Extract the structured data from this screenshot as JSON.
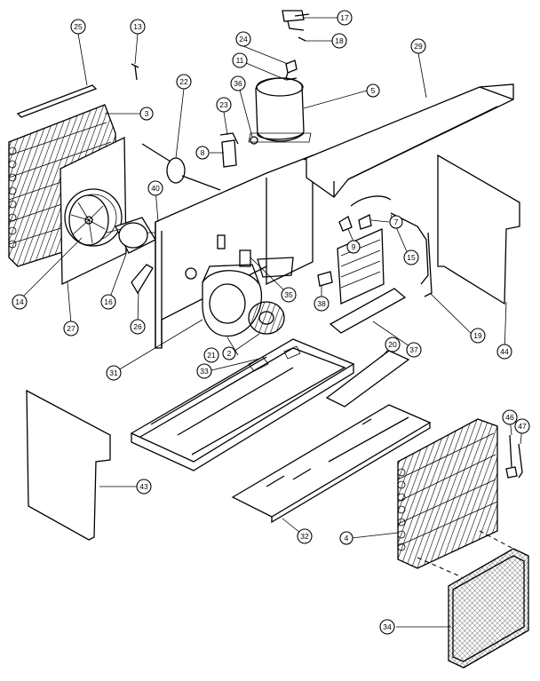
{
  "callouts": [
    {
      "id": "c25",
      "label": "25"
    },
    {
      "id": "c13",
      "label": "13"
    },
    {
      "id": "c3",
      "label": "3"
    },
    {
      "id": "c22",
      "label": "22"
    },
    {
      "id": "c23",
      "label": "23"
    },
    {
      "id": "c8",
      "label": "8"
    },
    {
      "id": "c24",
      "label": "24"
    },
    {
      "id": "c11",
      "label": "11"
    },
    {
      "id": "c36",
      "label": "36"
    },
    {
      "id": "c5",
      "label": "5"
    },
    {
      "id": "c17",
      "label": "17"
    },
    {
      "id": "c18",
      "label": "18"
    },
    {
      "id": "c29",
      "label": "29"
    },
    {
      "id": "c40",
      "label": "40"
    },
    {
      "id": "c14",
      "label": "14"
    },
    {
      "id": "c27",
      "label": "27"
    },
    {
      "id": "c16",
      "label": "16"
    },
    {
      "id": "c26",
      "label": "26"
    },
    {
      "id": "c35",
      "label": "35"
    },
    {
      "id": "c7",
      "label": "7"
    },
    {
      "id": "c9",
      "label": "9"
    },
    {
      "id": "c15",
      "label": "15"
    },
    {
      "id": "c38",
      "label": "38"
    },
    {
      "id": "c19",
      "label": "19"
    },
    {
      "id": "c44",
      "label": "44"
    },
    {
      "id": "c37",
      "label": "37"
    },
    {
      "id": "c20",
      "label": "20"
    },
    {
      "id": "c2",
      "label": "2"
    },
    {
      "id": "c21",
      "label": "21"
    },
    {
      "id": "c33",
      "label": "33"
    },
    {
      "id": "c31",
      "label": "31"
    },
    {
      "id": "c43",
      "label": "43"
    },
    {
      "id": "c32",
      "label": "32"
    },
    {
      "id": "c46",
      "label": "46"
    },
    {
      "id": "c47",
      "label": "47"
    },
    {
      "id": "c4",
      "label": "4"
    },
    {
      "id": "c34",
      "label": "34"
    }
  ]
}
